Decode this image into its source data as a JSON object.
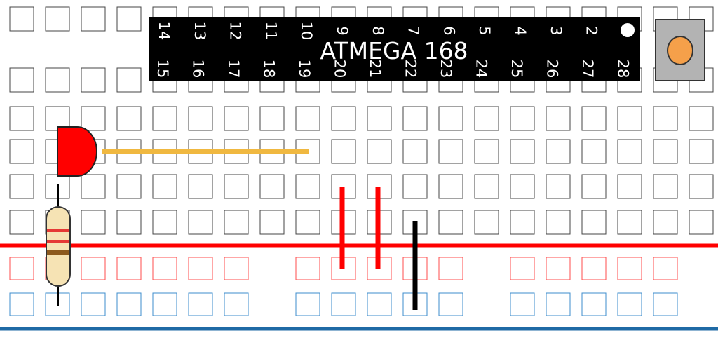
{
  "chip": {
    "name": "ATMEGA 168",
    "top_pins": [
      "14",
      "13",
      "12",
      "11",
      "10",
      "9",
      "8",
      "7",
      "6",
      "5",
      "4",
      "3",
      "2"
    ],
    "bottom_pins": [
      "15",
      "16",
      "17",
      "18",
      "19",
      "20",
      "21",
      "22",
      "23",
      "24",
      "25",
      "26",
      "27",
      "28"
    ],
    "body_color": "#000000",
    "pin1_marker_color": "#ffffff"
  },
  "colors": {
    "hole_border": "#444444",
    "power_rail_line": "#ff0000",
    "power_hole_border": "#ff4d4d",
    "ground_rail_line": "#1f6aa5",
    "ground_hole_border": "#3d8ccc",
    "led_body": "#ff0000",
    "led_wire": "#f0b840",
    "resistor_body": "#f6e3b4",
    "resistor_bands": [
      "#e53935",
      "#e53935",
      "#8d5a1e"
    ],
    "jumper_red": "#ff0000",
    "jumper_black": "#000000",
    "button_body": "#b3b3b3",
    "button_cap": "#f5a04a"
  },
  "components": {
    "led": "red-led",
    "resistor": "resistor",
    "button": "push-button",
    "jumpers": [
      "red-jumper",
      "red-jumper",
      "black-jumper"
    ]
  }
}
